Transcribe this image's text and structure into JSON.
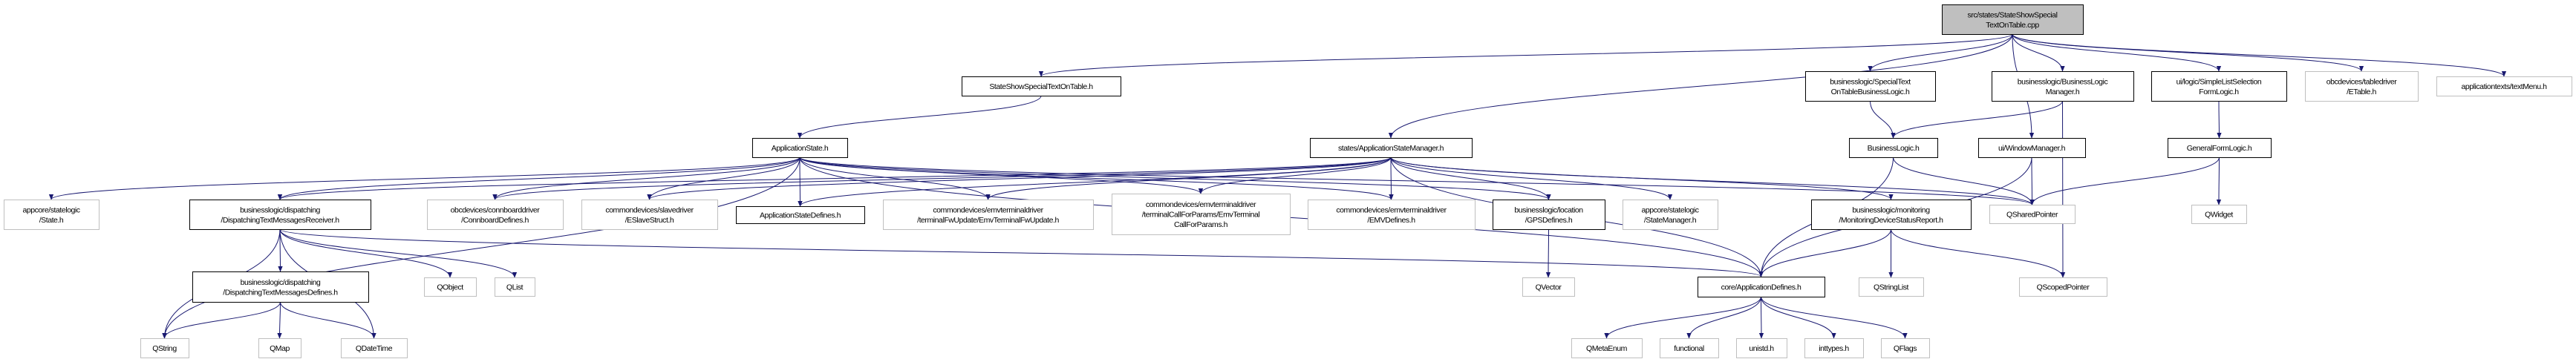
{
  "diagram": {
    "type": "include-dependency-graph",
    "colors": {
      "edge": "#191970",
      "root_fill": "#bfbfbf",
      "documented_border": "#000000",
      "external_border": "#bfbfbf"
    },
    "nodes": [
      {
        "id": "root",
        "lines": [
          "src/states/StateShowSpecial",
          "TextOnTable.cpp"
        ],
        "kind": "root"
      },
      {
        "id": "sssh",
        "lines": [
          "StateShowSpecialTextOnTable.h"
        ],
        "kind": "documented"
      },
      {
        "id": "asm",
        "lines": [
          "states/ApplicationStateManager.h"
        ],
        "kind": "documented"
      },
      {
        "id": "stbl",
        "lines": [
          "businesslogic/SpecialText",
          "OnTableBusinessLogic.h"
        ],
        "kind": "documented"
      },
      {
        "id": "blm",
        "lines": [
          "businesslogic/BusinessLogic",
          "Manager.h"
        ],
        "kind": "documented"
      },
      {
        "id": "slsf",
        "lines": [
          "ui/logic/SimpleListSelection",
          "FormLogic.h"
        ],
        "kind": "documented"
      },
      {
        "id": "etable",
        "lines": [
          "obcdevices/tabledriver",
          "/ETable.h"
        ],
        "kind": "external"
      },
      {
        "id": "textmenu",
        "lines": [
          "applicationtexts/textMenu.h"
        ],
        "kind": "external"
      },
      {
        "id": "as",
        "lines": [
          "ApplicationState.h"
        ],
        "kind": "documented"
      },
      {
        "id": "bl",
        "lines": [
          "BusinessLogic.h"
        ],
        "kind": "documented"
      },
      {
        "id": "wm",
        "lines": [
          "ui/WindowManager.h"
        ],
        "kind": "documented"
      },
      {
        "id": "gfl",
        "lines": [
          "GeneralFormLogic.h"
        ],
        "kind": "documented"
      },
      {
        "id": "state",
        "lines": [
          "appcore/statelogic",
          "/State.h"
        ],
        "kind": "external"
      },
      {
        "id": "dtmr",
        "lines": [
          "businesslogic/dispatching",
          "/DispatchingTextMessagesReceiver.h"
        ],
        "kind": "documented"
      },
      {
        "id": "connb",
        "lines": [
          "obcdevices/connboarddriver",
          "/ConnboardDefines.h"
        ],
        "kind": "external"
      },
      {
        "id": "eslave",
        "lines": [
          "commondevices/slavedriver",
          "/ESlaveStruct.h"
        ],
        "kind": "external"
      },
      {
        "id": "asd",
        "lines": [
          "ApplicationStateDefines.h"
        ],
        "kind": "documented"
      },
      {
        "id": "fwup",
        "lines": [
          "commondevices/emvterminaldriver",
          "/terminalFwUpdate/EmvTerminalFwUpdate.h"
        ],
        "kind": "external"
      },
      {
        "id": "cfp",
        "lines": [
          "commondevices/emvterminaldriver",
          "/terminalCallForParams/EmvTerminal",
          "CallForParams.h"
        ],
        "kind": "external"
      },
      {
        "id": "emvd",
        "lines": [
          "commondevices/emvterminaldriver",
          "/EMVDefines.h"
        ],
        "kind": "external"
      },
      {
        "id": "gps",
        "lines": [
          "businesslogic/location",
          "/GPSDefines.h"
        ],
        "kind": "documented"
      },
      {
        "id": "smgr",
        "lines": [
          "appcore/statelogic",
          "/StateManager.h"
        ],
        "kind": "external"
      },
      {
        "id": "mdsr",
        "lines": [
          "businesslogic/monitoring",
          "/MonitoringDeviceStatusReport.h"
        ],
        "kind": "documented"
      },
      {
        "id": "qsp",
        "lines": [
          "QSharedPointer"
        ],
        "kind": "external"
      },
      {
        "id": "qwidget",
        "lines": [
          "QWidget"
        ],
        "kind": "external"
      },
      {
        "id": "dtmd",
        "lines": [
          "businesslogic/dispatching",
          "/DispatchingTextMessagesDefines.h"
        ],
        "kind": "documented"
      },
      {
        "id": "qobject",
        "lines": [
          "QObject"
        ],
        "kind": "external"
      },
      {
        "id": "qlist",
        "lines": [
          "QList"
        ],
        "kind": "external"
      },
      {
        "id": "qvector",
        "lines": [
          "QVector"
        ],
        "kind": "external"
      },
      {
        "id": "appdef",
        "lines": [
          "core/ApplicationDefines.h"
        ],
        "kind": "documented"
      },
      {
        "id": "qstringlist",
        "lines": [
          "QStringList"
        ],
        "kind": "external"
      },
      {
        "id": "qscoped",
        "lines": [
          "QScopedPointer"
        ],
        "kind": "external"
      },
      {
        "id": "qstring",
        "lines": [
          "QString"
        ],
        "kind": "external"
      },
      {
        "id": "qmap",
        "lines": [
          "QMap"
        ],
        "kind": "external"
      },
      {
        "id": "qdatetime",
        "lines": [
          "QDateTime"
        ],
        "kind": "external"
      },
      {
        "id": "qmetaenum",
        "lines": [
          "QMetaEnum"
        ],
        "kind": "external"
      },
      {
        "id": "functional",
        "lines": [
          "functional"
        ],
        "kind": "external"
      },
      {
        "id": "unistd",
        "lines": [
          "unistd.h"
        ],
        "kind": "external"
      },
      {
        "id": "inttypes",
        "lines": [
          "inttypes.h"
        ],
        "kind": "external"
      },
      {
        "id": "qflags",
        "lines": [
          "QFlags"
        ],
        "kind": "external"
      }
    ],
    "edges": [
      [
        "root",
        "sssh"
      ],
      [
        "root",
        "asm"
      ],
      [
        "root",
        "stbl"
      ],
      [
        "root",
        "wm"
      ],
      [
        "root",
        "blm"
      ],
      [
        "root",
        "slsf"
      ],
      [
        "root",
        "etable"
      ],
      [
        "root",
        "textmenu"
      ],
      [
        "sssh",
        "as"
      ],
      [
        "as",
        "state"
      ],
      [
        "as",
        "dtmr"
      ],
      [
        "as",
        "connb"
      ],
      [
        "as",
        "eslave"
      ],
      [
        "as",
        "asd"
      ],
      [
        "as",
        "fwup"
      ],
      [
        "as",
        "cfp"
      ],
      [
        "as",
        "emvd"
      ],
      [
        "as",
        "gps"
      ],
      [
        "as",
        "qstring"
      ],
      [
        "as",
        "appdef"
      ],
      [
        "as",
        "qsp"
      ],
      [
        "asm",
        "dtmr"
      ],
      [
        "asm",
        "connb"
      ],
      [
        "asm",
        "eslave"
      ],
      [
        "asm",
        "asd"
      ],
      [
        "asm",
        "fwup"
      ],
      [
        "asm",
        "cfp"
      ],
      [
        "asm",
        "emvd"
      ],
      [
        "asm",
        "gps"
      ],
      [
        "asm",
        "smgr"
      ],
      [
        "asm",
        "mdsr"
      ],
      [
        "asm",
        "appdef"
      ],
      [
        "asm",
        "qsp"
      ],
      [
        "stbl",
        "bl"
      ],
      [
        "blm",
        "bl"
      ],
      [
        "blm",
        "qscoped"
      ],
      [
        "bl",
        "appdef"
      ],
      [
        "bl",
        "qsp"
      ],
      [
        "wm",
        "qsp"
      ],
      [
        "wm",
        "appdef"
      ],
      [
        "slsf",
        "gfl"
      ],
      [
        "gfl",
        "qsp"
      ],
      [
        "gfl",
        "qwidget"
      ],
      [
        "dtmr",
        "qstring"
      ],
      [
        "dtmr",
        "dtmd"
      ],
      [
        "dtmr",
        "qdatetime"
      ],
      [
        "dtmr",
        "qobject"
      ],
      [
        "dtmr",
        "qlist"
      ],
      [
        "dtmr",
        "appdef"
      ],
      [
        "dtmd",
        "qstring"
      ],
      [
        "dtmd",
        "qmap"
      ],
      [
        "dtmd",
        "qdatetime"
      ],
      [
        "gps",
        "qvector"
      ],
      [
        "mdsr",
        "appdef"
      ],
      [
        "mdsr",
        "qstringlist"
      ],
      [
        "mdsr",
        "qscoped"
      ],
      [
        "appdef",
        "qmetaenum"
      ],
      [
        "appdef",
        "functional"
      ],
      [
        "appdef",
        "unistd"
      ],
      [
        "appdef",
        "inttypes"
      ],
      [
        "appdef",
        "qflags"
      ]
    ]
  }
}
